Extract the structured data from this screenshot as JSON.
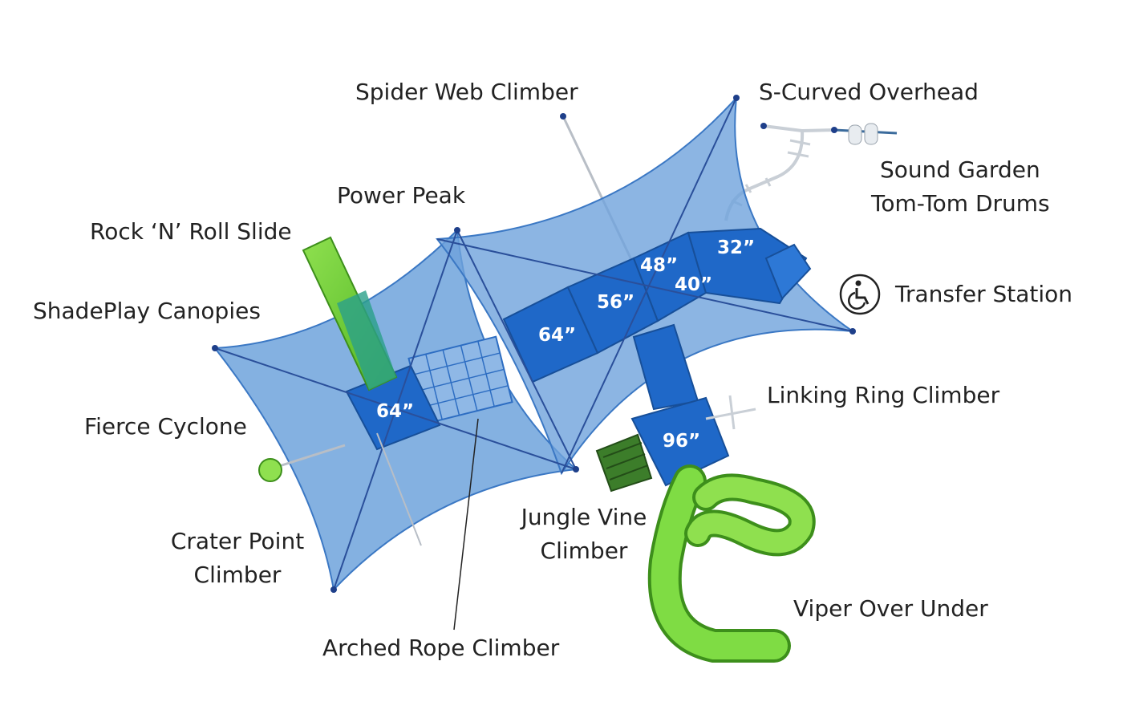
{
  "labels": {
    "spider_web_climber": "Spider Web Climber",
    "s_curved_overhead": "S-Curved Overhead",
    "sound_garden": "Sound Garden",
    "tom_tom_drums": "Tom-Tom Drums",
    "power_peak": "Power Peak",
    "rock_n_roll_slide": "Rock ‘N’ Roll Slide",
    "shadeplay_canopies": "ShadePlay Canopies",
    "transfer_station": "Transfer Station",
    "linking_ring_climber": "Linking Ring Climber",
    "fierce_cyclone": "Fierce Cyclone",
    "jungle_vine_climber_line1": "Jungle Vine",
    "jungle_vine_climber_line2": "Climber",
    "crater_point_climber_line1": "Crater Point",
    "crater_point_climber_line2": "Climber",
    "viper_over_under": "Viper Over Under",
    "arched_rope_climber": "Arched Rope Climber"
  },
  "deck_heights": {
    "deck_32": "32”",
    "deck_48": "48”",
    "deck_40": "40”",
    "deck_56": "56”",
    "deck_64_center": "64”",
    "deck_64_left": "64”",
    "deck_96": "96”"
  },
  "icons": {
    "transfer_station": "wheelchair-accessible-icon"
  },
  "colors": {
    "canopy": "#6fa3dc",
    "deck": "#1f68c8",
    "slide": "#6fd13a",
    "text": "#222222"
  }
}
